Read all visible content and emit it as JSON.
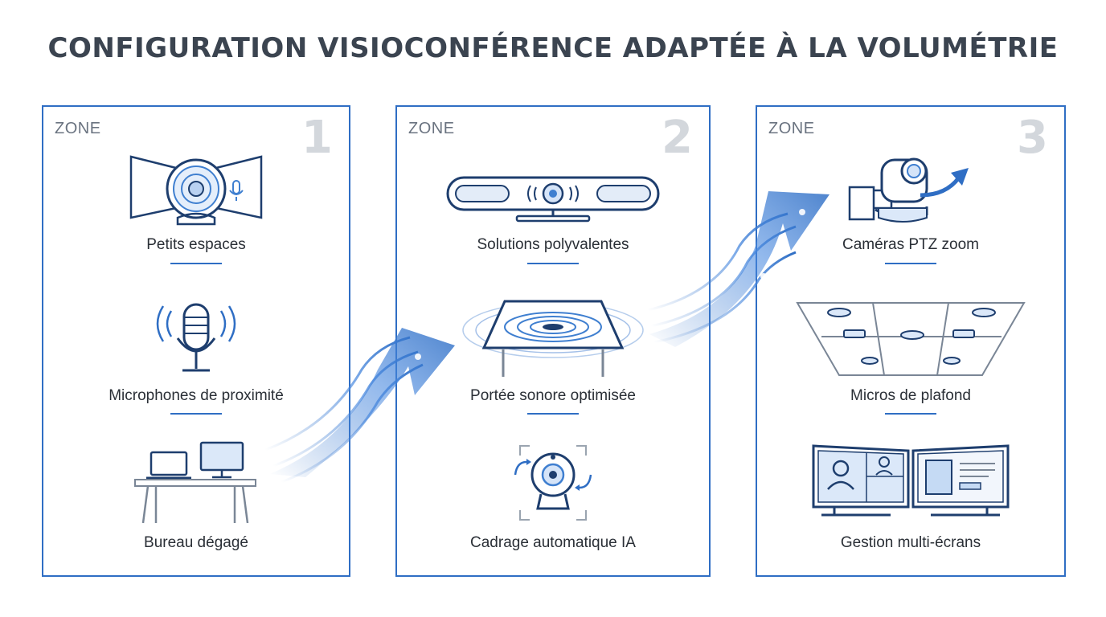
{
  "title": "CONFIGURATION VISIOCONFÉRENCE ADAPTÉE À LA VOLUMÉTRIE",
  "accent_color": "#2f6ec4",
  "zones": [
    {
      "label": "ZONE",
      "number": "1",
      "items": [
        {
          "label": "Petits espaces",
          "icon": "webcam-wide-icon"
        },
        {
          "label": "Microphones de proximité",
          "icon": "microphone-icon"
        },
        {
          "label": "Bureau dégagé",
          "icon": "desk-icon"
        }
      ]
    },
    {
      "label": "ZONE",
      "number": "2",
      "items": [
        {
          "label": "Solutions polyvalentes",
          "icon": "video-bar-icon"
        },
        {
          "label": "Portée sonore optimisée",
          "icon": "conference-table-icon"
        },
        {
          "label": "Cadrage automatique IA",
          "icon": "auto-framing-camera-icon"
        }
      ]
    },
    {
      "label": "ZONE",
      "number": "3",
      "items": [
        {
          "label": "Caméras PTZ zoom",
          "icon": "ptz-camera-icon"
        },
        {
          "label": "Micros de plafond",
          "icon": "ceiling-mics-icon"
        },
        {
          "label": "Gestion multi-écrans",
          "icon": "dual-screens-icon"
        }
      ]
    }
  ]
}
